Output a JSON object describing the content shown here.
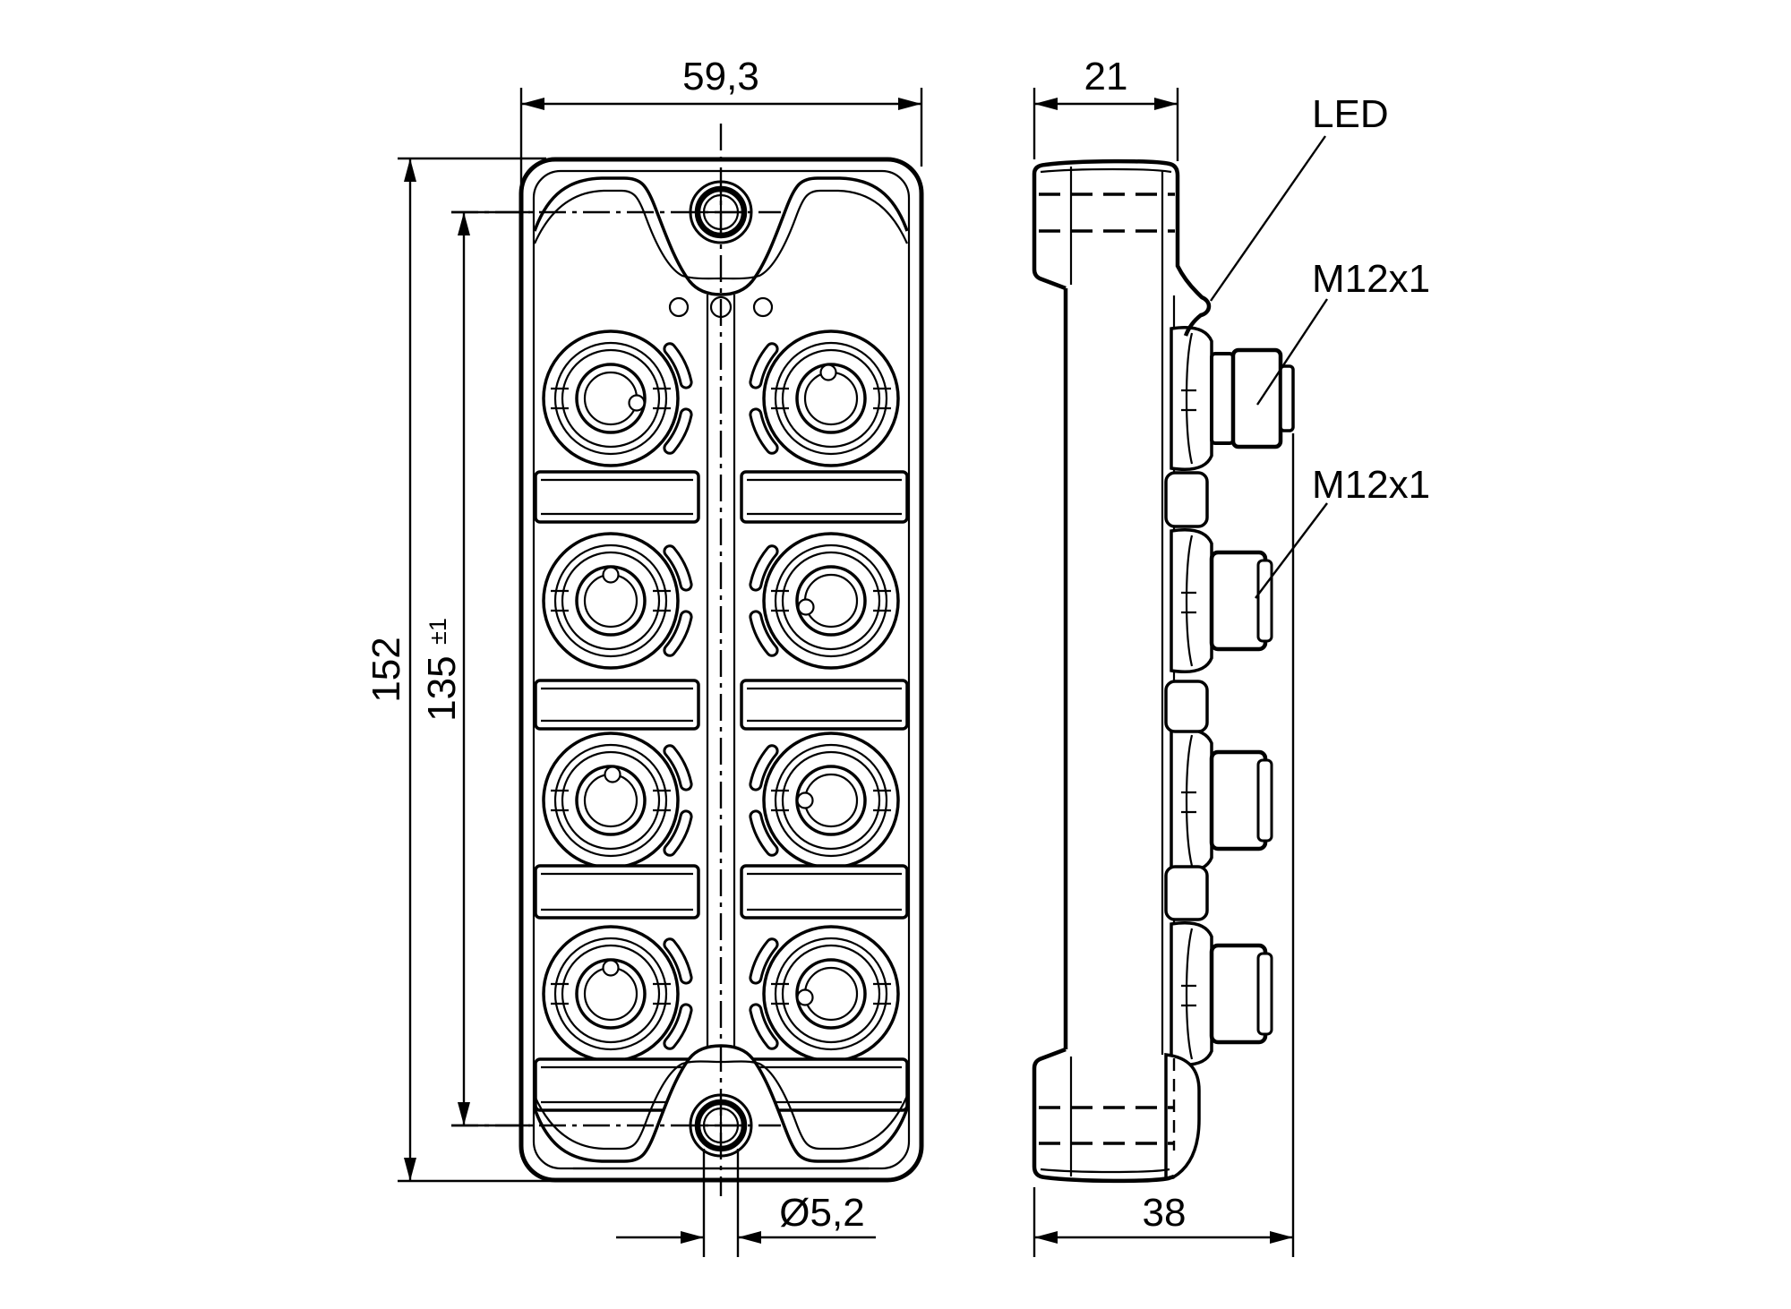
{
  "drawing": {
    "type": "technical-dimension-drawing",
    "views": {
      "front": "front view",
      "side": "side view"
    },
    "dims": {
      "width_top": "59,3",
      "depth_housing": "21",
      "height_overall": "152",
      "hole_spacing": "135",
      "hole_spacing_tol": "±1",
      "hole_diameter": "Ø5,2",
      "depth_overall": "38"
    },
    "callouts": {
      "led": "LED",
      "m12_top": "M12x1",
      "m12_lower": "M12x1"
    },
    "colors": {
      "line": "#000000",
      "background": "#ffffff"
    }
  }
}
